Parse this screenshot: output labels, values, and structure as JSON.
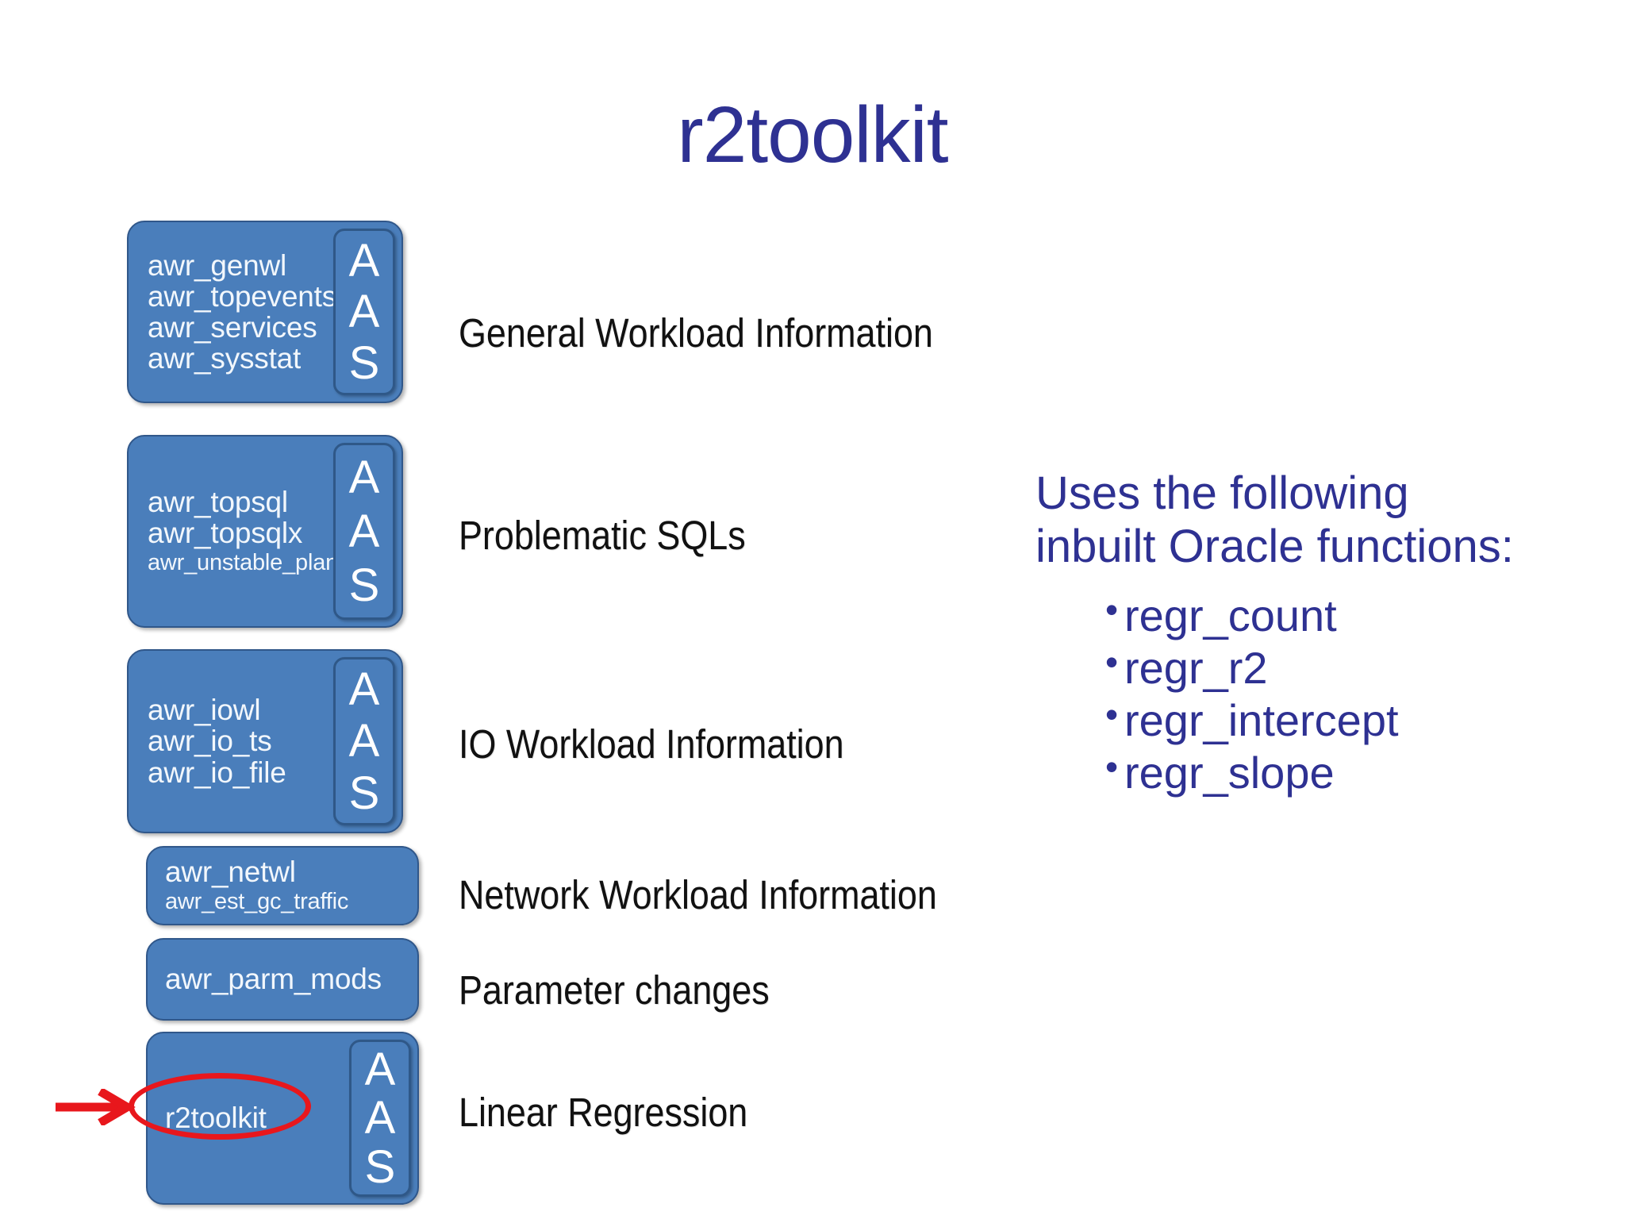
{
  "title": "r2toolkit",
  "blocks": [
    {
      "names": [
        "awr_genwl",
        "awr_topevents",
        "awr_services",
        "awr_sysstat"
      ],
      "small_from": 99,
      "aas": [
        "A",
        "A",
        "S"
      ],
      "description": "General Workload Information"
    },
    {
      "names": [
        "awr_topsql",
        "awr_topsqlx",
        "awr_unstable_plans"
      ],
      "small_from": 2,
      "aas": [
        "A",
        "A",
        "S"
      ],
      "description": "Problematic SQLs"
    },
    {
      "names": [
        "awr_iowl",
        "awr_io_ts",
        "awr_io_file"
      ],
      "small_from": 99,
      "aas": [
        "A",
        "A",
        "S"
      ],
      "description": "IO Workload Information"
    },
    {
      "names": [
        "awr_netwl",
        "awr_est_gc_traffic"
      ],
      "small_from": 1,
      "aas": [],
      "description": "Network Workload Information"
    },
    {
      "names": [
        "awr_parm_mods"
      ],
      "small_from": 99,
      "aas": [],
      "description": "Parameter changes"
    },
    {
      "names": [
        "r2toolkit"
      ],
      "small_from": 99,
      "aas": [
        "A",
        "A",
        "S"
      ],
      "description": "Linear Regression"
    }
  ],
  "right_panel": {
    "heading_line1": "Uses the following",
    "heading_line2": "inbuilt Oracle functions:",
    "bullet_glyph": "•",
    "functions": [
      "regr_count",
      "regr_r2",
      "regr_intercept",
      "regr_slope"
    ]
  },
  "annotations": {
    "highlight_target": "r2toolkit",
    "ellipse_color": "#e8171c",
    "arrow_color": "#e8171c"
  },
  "colors": {
    "title": "#2e3192",
    "block_fill": "#4a7ebb",
    "block_border": "#30578a",
    "block_text": "#f2f7fc",
    "description_text": "#111111",
    "right_panel_text": "#2e3192",
    "background": "#ffffff"
  }
}
